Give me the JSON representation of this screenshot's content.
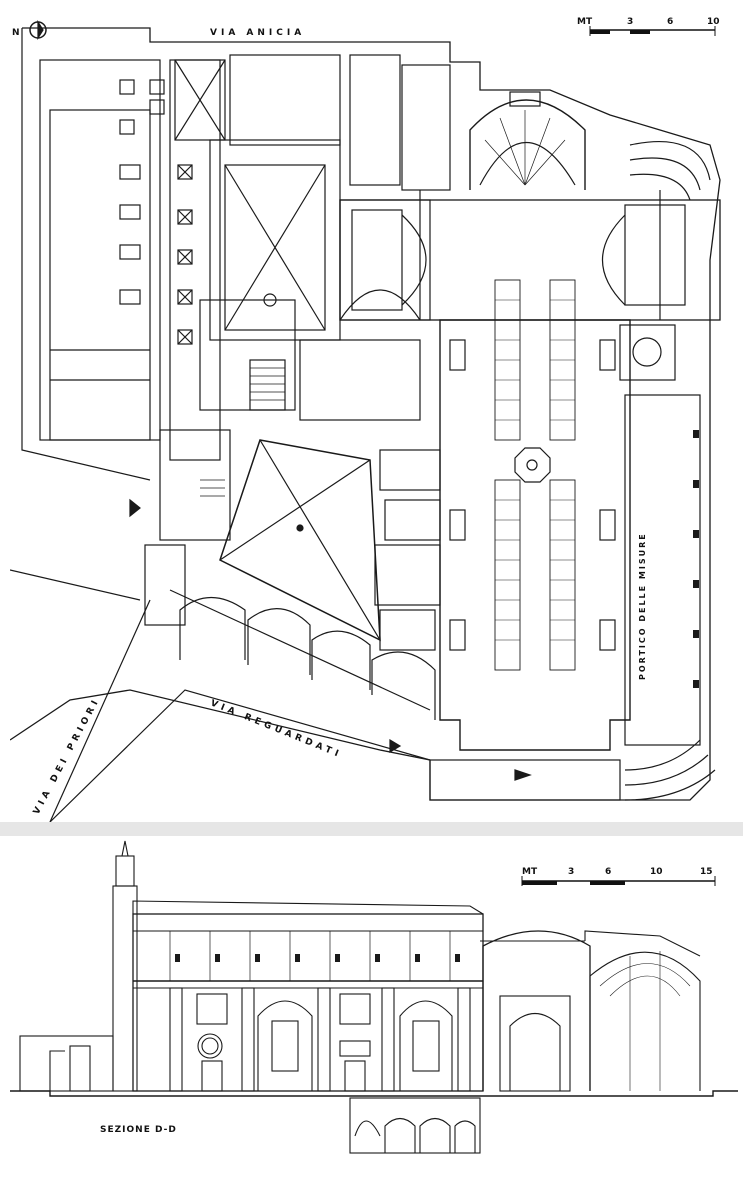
{
  "plan": {
    "north_label": "N",
    "streets": {
      "top": "VIA ANICIA",
      "left": "VIA DEI PRIORI",
      "bottom": "VIA REGUARDATI",
      "portico": "PORTICO DELLE MISURE"
    },
    "scale": {
      "unit": "MT",
      "ticks": [
        "3",
        "6",
        "10"
      ]
    }
  },
  "section": {
    "title": "SEZIONE D-D",
    "scale": {
      "unit": "MT",
      "ticks": [
        "3",
        "6",
        "10",
        "15"
      ]
    }
  },
  "colors": {
    "ink": "#1a1a1a",
    "paper": "#ffffff",
    "divider": "#e6e6e6"
  }
}
